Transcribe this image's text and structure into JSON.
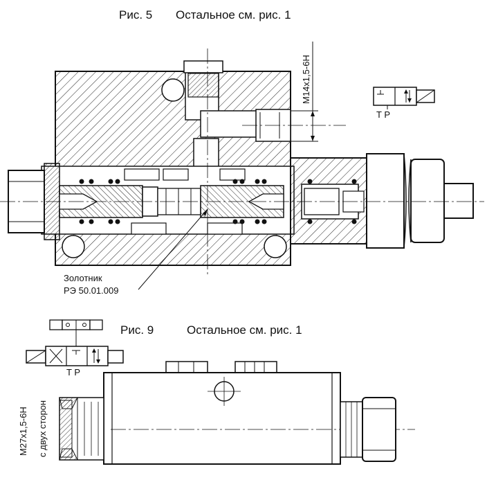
{
  "fig5": {
    "title": "Рис. 5",
    "note": "Остальное см. рис. 1",
    "thread_label": "M14x1,5-6H",
    "valve_ports": "T  P",
    "part_name": "Золотник",
    "part_code": "РЭ 50.01.009"
  },
  "fig9": {
    "title": "Рис. 9",
    "note": "Остальное см. рис. 1",
    "valve_ports": "T  P",
    "thread_label": "M27x1,5-6H",
    "thread_note": "с двух сторон"
  },
  "colors": {
    "ink": "#111111",
    "background": "#ffffff"
  }
}
